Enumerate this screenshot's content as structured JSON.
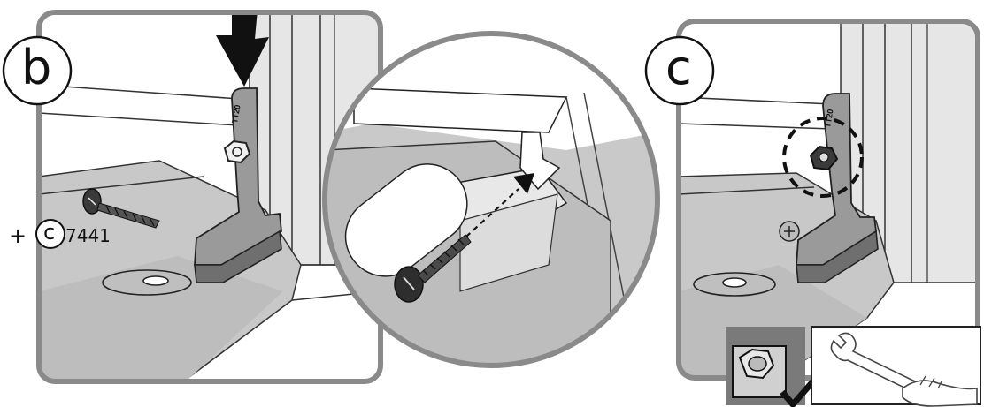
{
  "panel_b": {
    "step_letter": "b",
    "bracket_mark": "TT20"
  },
  "screw_callout": {
    "plus": "+",
    "circled_letter": "c",
    "part_number": "7441"
  },
  "panel_c": {
    "step_letter": "c",
    "bracket_mark": "TT20"
  },
  "tool_inset": {
    "check_icon": "check-mark-icon",
    "tool_icon": "wrench-in-hand-icon"
  },
  "colors": {
    "frame": "#8a8a8a",
    "shading": "#c8c8c8",
    "dark": "#1a1a1a",
    "paper": "#ffffff"
  }
}
